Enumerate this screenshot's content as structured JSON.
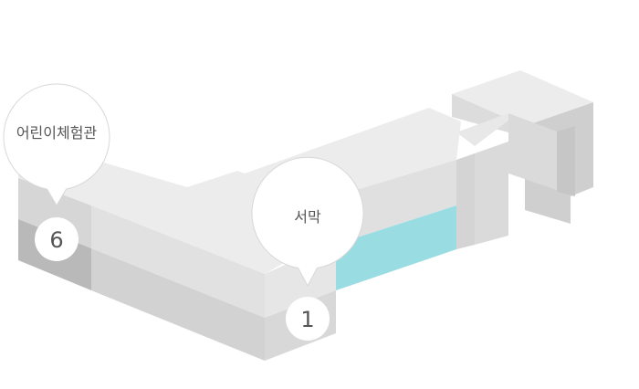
{
  "markers": [
    {
      "id": "seomak",
      "number": "1",
      "label": "서막"
    },
    {
      "id": "children-hall",
      "number": "6",
      "label": "어린이체험관"
    }
  ],
  "colors": {
    "highlight": "#99dde3",
    "top": "#ececec",
    "front": "#dddddd",
    "side": "#cbcbcb",
    "dark": "#b9b9b9",
    "bubble": "#ffffff",
    "bubble_border": "#d8d8d8"
  }
}
